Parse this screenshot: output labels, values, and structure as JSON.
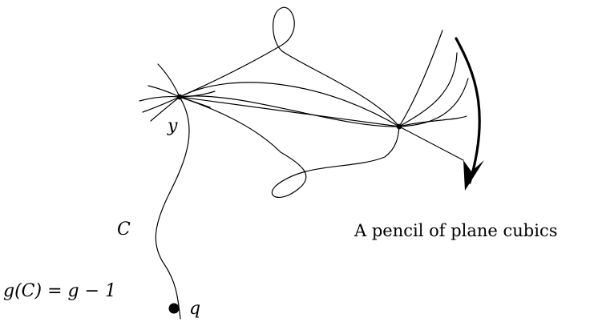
{
  "labels": {
    "y_point": "y",
    "q_point": "q",
    "curve": "C",
    "genus": "g(C) = g − 1",
    "caption": "A pencil of plane cubics"
  },
  "colors": {
    "ink": "#000000",
    "background": "#ffffff"
  }
}
